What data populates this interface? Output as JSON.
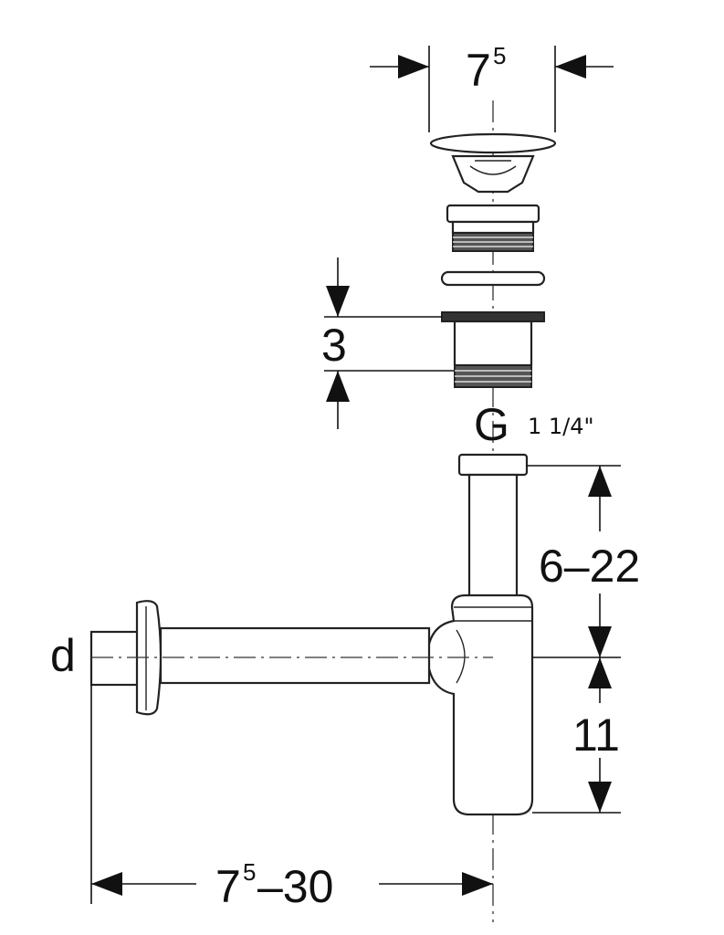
{
  "dimensions": {
    "top_width": {
      "main": "7",
      "sup": "5"
    },
    "seal_height": "3",
    "thread_letter": "G",
    "thread_size": "1 1/4\"",
    "tube_height": "6–22",
    "bottle_height": "11",
    "outlet_label": "d",
    "wall_distance": {
      "main": "7",
      "sup": "5",
      "rest": "–30"
    }
  }
}
